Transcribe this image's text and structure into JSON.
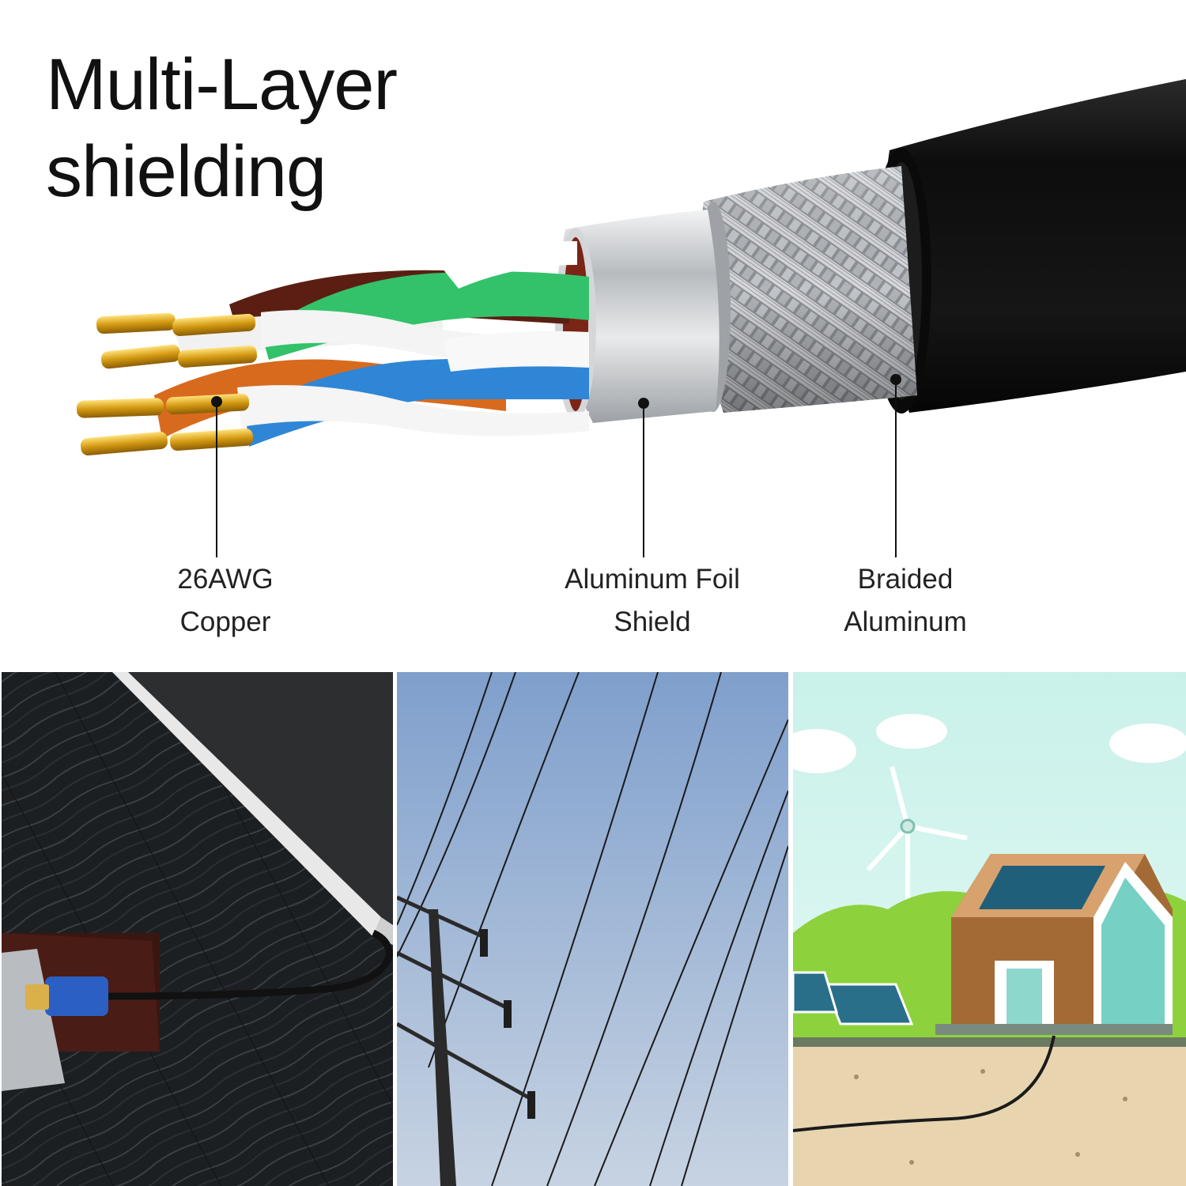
{
  "title": {
    "line1": "Multi-Layer",
    "line2": "shielding"
  },
  "callouts": [
    {
      "line1": "26AWG",
      "line2": "Copper"
    },
    {
      "line1": "Aluminum Foil",
      "line2": "Shield"
    },
    {
      "line1": "Braided",
      "line2": "Aluminum"
    }
  ],
  "colors": {
    "jacket": "#141414",
    "braid": "#a9adb2",
    "foil": "#c9ccd0",
    "copper": "#d9a21a",
    "green_pair": "#33c26a",
    "blue_pair": "#2f86d6",
    "orange_pair": "#d86a1e",
    "brown_pair": "#5a1f12",
    "connector_blue": "#2c5fc4"
  },
  "panels": [
    {
      "scene": "cable-on-dark-wooden-desk-with-laptop"
    },
    {
      "scene": "power-lines-against-blue-sky"
    },
    {
      "scene": "solar-house-with-wind-turbines"
    }
  ]
}
